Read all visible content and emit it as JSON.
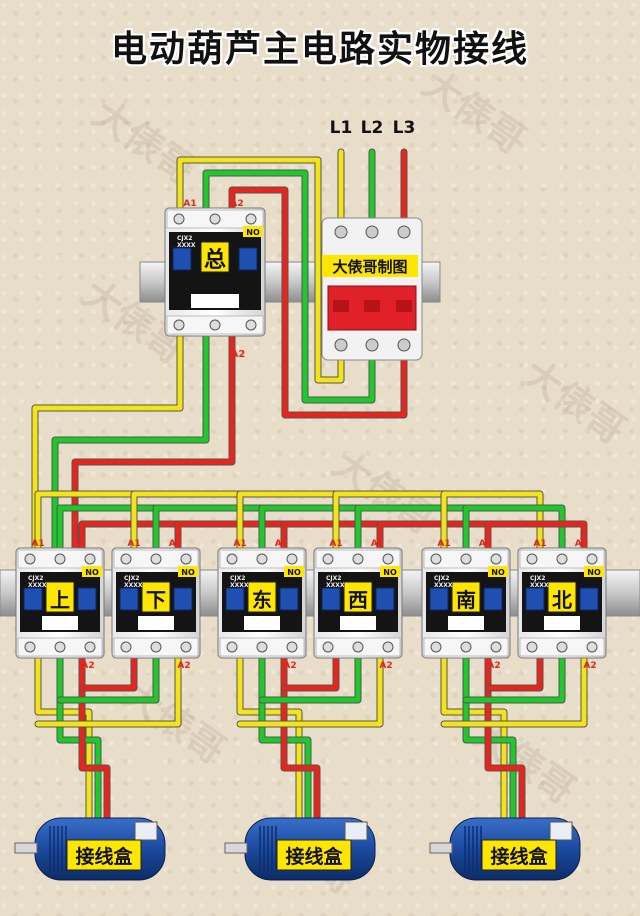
{
  "title": "电动葫芦主电路实物接线",
  "phases": [
    "L1",
    "L2",
    "L3"
  ],
  "breaker_label": "大俵哥制图",
  "main_contactor": {
    "label": "总",
    "model": "CJX2",
    "code": "XXXX",
    "coil_a1": "A1",
    "coil_a2": "A2",
    "no_label": "NO"
  },
  "contactors": [
    {
      "label": "上"
    },
    {
      "label": "下"
    },
    {
      "label": "东"
    },
    {
      "label": "西"
    },
    {
      "label": "南"
    },
    {
      "label": "北"
    }
  ],
  "motors": [
    {
      "label": "接线盒"
    },
    {
      "label": "接线盒"
    },
    {
      "label": "接线盒"
    }
  ],
  "watermark": "大俵哥",
  "colors": {
    "l1": "#f2e417",
    "l2": "#1fc82b",
    "l3": "#e8251c",
    "label_bg": "#ffe600"
  }
}
